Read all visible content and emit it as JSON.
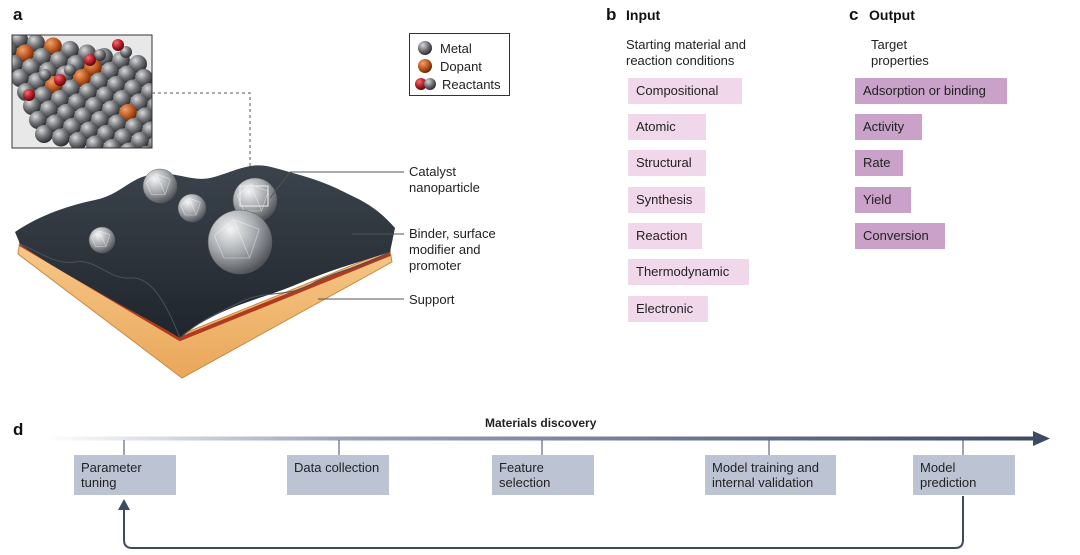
{
  "panel_a": {
    "letter": "a",
    "legend": {
      "items": [
        {
          "label": "Metal",
          "color": "#5b5d60"
        },
        {
          "label": "Dopant",
          "color": "#c4561c"
        },
        {
          "label": "Reactants",
          "color_a": "#c02028",
          "color_b": "#5b5d60"
        }
      ]
    },
    "labels": {
      "catalyst": "Catalyst nanoparticle",
      "binder": "Binder, surface modifier and promoter",
      "support": "Support"
    }
  },
  "panel_b": {
    "letter": "b",
    "heading": "Input",
    "description": "Starting material and reaction conditions",
    "items": [
      "Compositional",
      "Atomic",
      "Structural",
      "Synthesis",
      "Reaction",
      "Thermodynamic",
      "Electronic"
    ]
  },
  "panel_c": {
    "letter": "c",
    "heading": "Output",
    "description": "Target properties",
    "items": [
      "Adsorption or binding",
      "Activity",
      "Rate",
      "Yield",
      "Conversion"
    ]
  },
  "panel_d": {
    "letter": "d",
    "arrow_label": "Materials discovery",
    "steps": [
      "Parameter tuning",
      "Data collection",
      "Feature selection",
      "Model training and internal validation",
      "Model prediction"
    ]
  },
  "colors": {
    "input_chip": "#f1d7ea",
    "output_chip": "#c9a1c9",
    "step_box": "#bcc4d3",
    "arrow": "#3d4a66",
    "support": "#f2b86e",
    "support_edge": "#b03a1e",
    "binder": "#2a3038"
  }
}
